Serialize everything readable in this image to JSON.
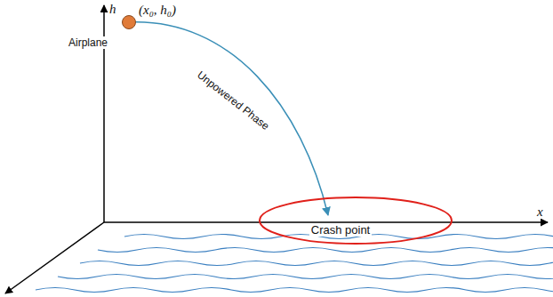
{
  "diagram": {
    "nodes": [
      {
        "text": [
          "Crash point"
        ]
      }
    ],
    "labels": [
      "h",
      "(x₀, h₀)",
      "Airplane",
      "Unpowered Phase",
      "x"
    ]
  }
}
